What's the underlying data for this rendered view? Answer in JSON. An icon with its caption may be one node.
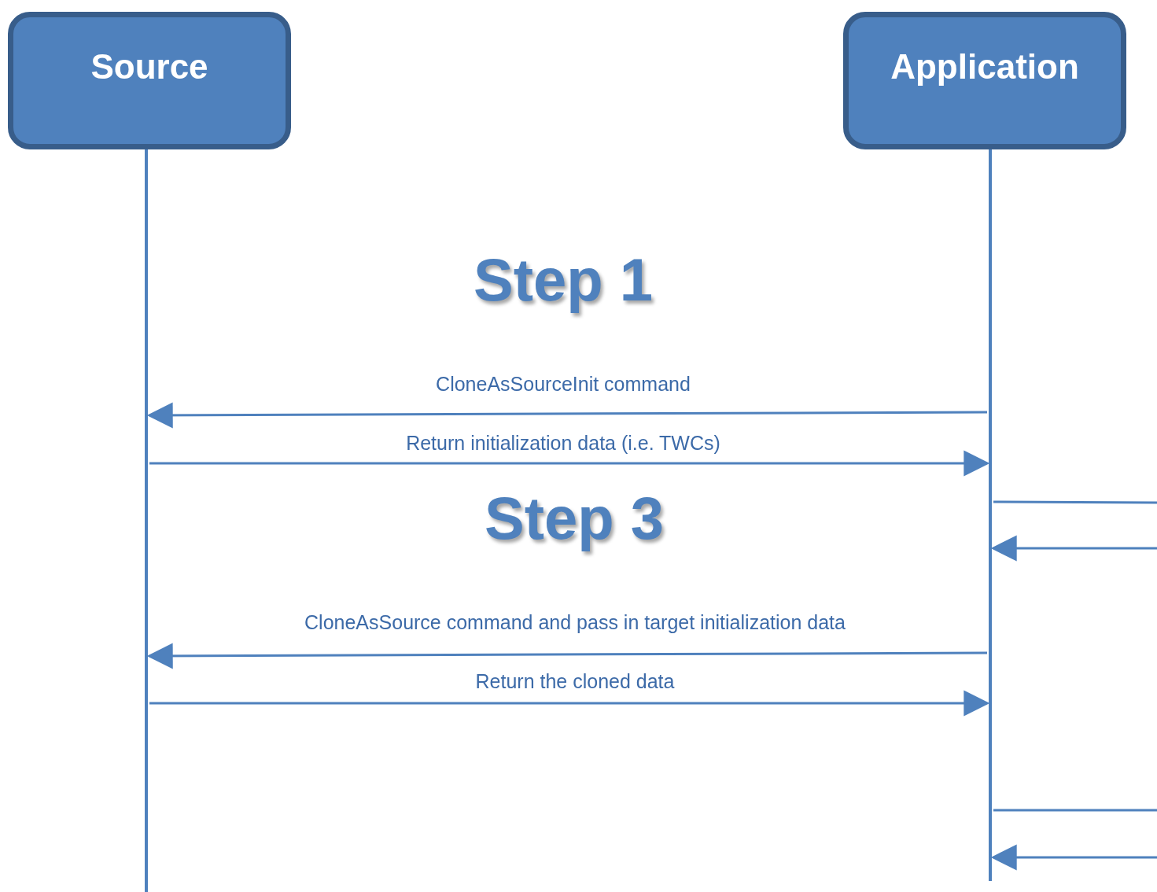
{
  "diagram": {
    "nodes": [
      {
        "text": [
          "Source"
        ]
      },
      {
        "text": [
          "Application"
        ]
      }
    ],
    "edges": [
      {
        "from": 1,
        "to": 0,
        "arrow": "to",
        "label": "CloneAsSourceInit command"
      },
      {
        "from": 0,
        "to": 1,
        "arrow": "to",
        "label": "Return initialization data (i.e. TWCs)"
      },
      {
        "from": 1,
        "to": null,
        "arrow": "none"
      },
      {
        "from": null,
        "to": 1,
        "arrow": "to"
      },
      {
        "from": 1,
        "to": 0,
        "arrow": "to",
        "label": "CloneAsSource command and pass in target initialization data"
      },
      {
        "from": 0,
        "to": 1,
        "arrow": "to",
        "label": "Return the cloned data"
      },
      {
        "from": 1,
        "to": null,
        "arrow": "none"
      },
      {
        "from": null,
        "to": 1,
        "arrow": "to"
      }
    ],
    "labels": [
      "Step 1",
      "Step 3"
    ]
  }
}
